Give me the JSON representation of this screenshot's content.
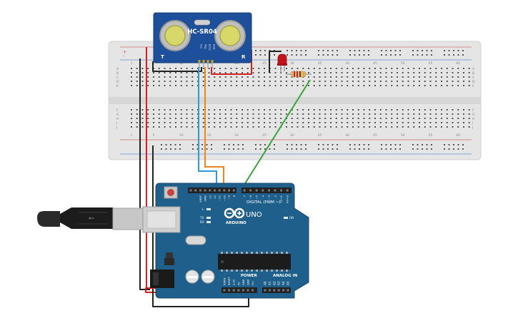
{
  "sensor": {
    "model": "HC-SR04",
    "left_letter": "T",
    "right_letter": "R",
    "pins": [
      "Vcc",
      "Trig",
      "Echo",
      "Gnd"
    ]
  },
  "breadboard": {
    "row_letters_top": [
      "A",
      "B",
      "C",
      "D",
      "E"
    ],
    "row_letters_bottom": [
      "F",
      "G",
      "H",
      "I",
      "J"
    ],
    "column_numbers": [
      "1",
      "5",
      "10",
      "15",
      "20",
      "25",
      "30",
      "35",
      "40",
      "45",
      "50",
      "55",
      "60"
    ],
    "rail_plus": "+",
    "rail_minus": "-"
  },
  "arduino": {
    "logo_text": "ARDUINO",
    "model": "UNO",
    "digital_label": "DIGITAL (PWM ~)",
    "tx_label": "TX",
    "rx_label": "RX",
    "l_label": "L",
    "on_label": "ON",
    "power_label": "POWER",
    "analog_label": "ANALOG IN",
    "digital_pins": [
      "AREF",
      "GND",
      "13",
      "12",
      "~11",
      "~10",
      "~9",
      "8",
      "7",
      "~6",
      "~5",
      "4",
      "~3",
      "2",
      "TX→1",
      "RX←0"
    ],
    "power_pins": [
      "IOREF",
      "RESET",
      "3.3V",
      "5V",
      "GND",
      "GND",
      "Vin"
    ],
    "analog_pins": [
      "A0",
      "A1",
      "A2",
      "A3",
      "A4",
      "A5"
    ]
  },
  "colors": {
    "board_blue": "#1f5f8c",
    "breadboard": "#e5e5e5",
    "sensor_blue": "#1e4f9a",
    "wire_red": "#d92020",
    "wire_black": "#222222",
    "wire_blue": "#2e9bd6",
    "wire_orange": "#e8871e",
    "wire_green": "#3aa33a",
    "led_red": "#c0141a"
  }
}
